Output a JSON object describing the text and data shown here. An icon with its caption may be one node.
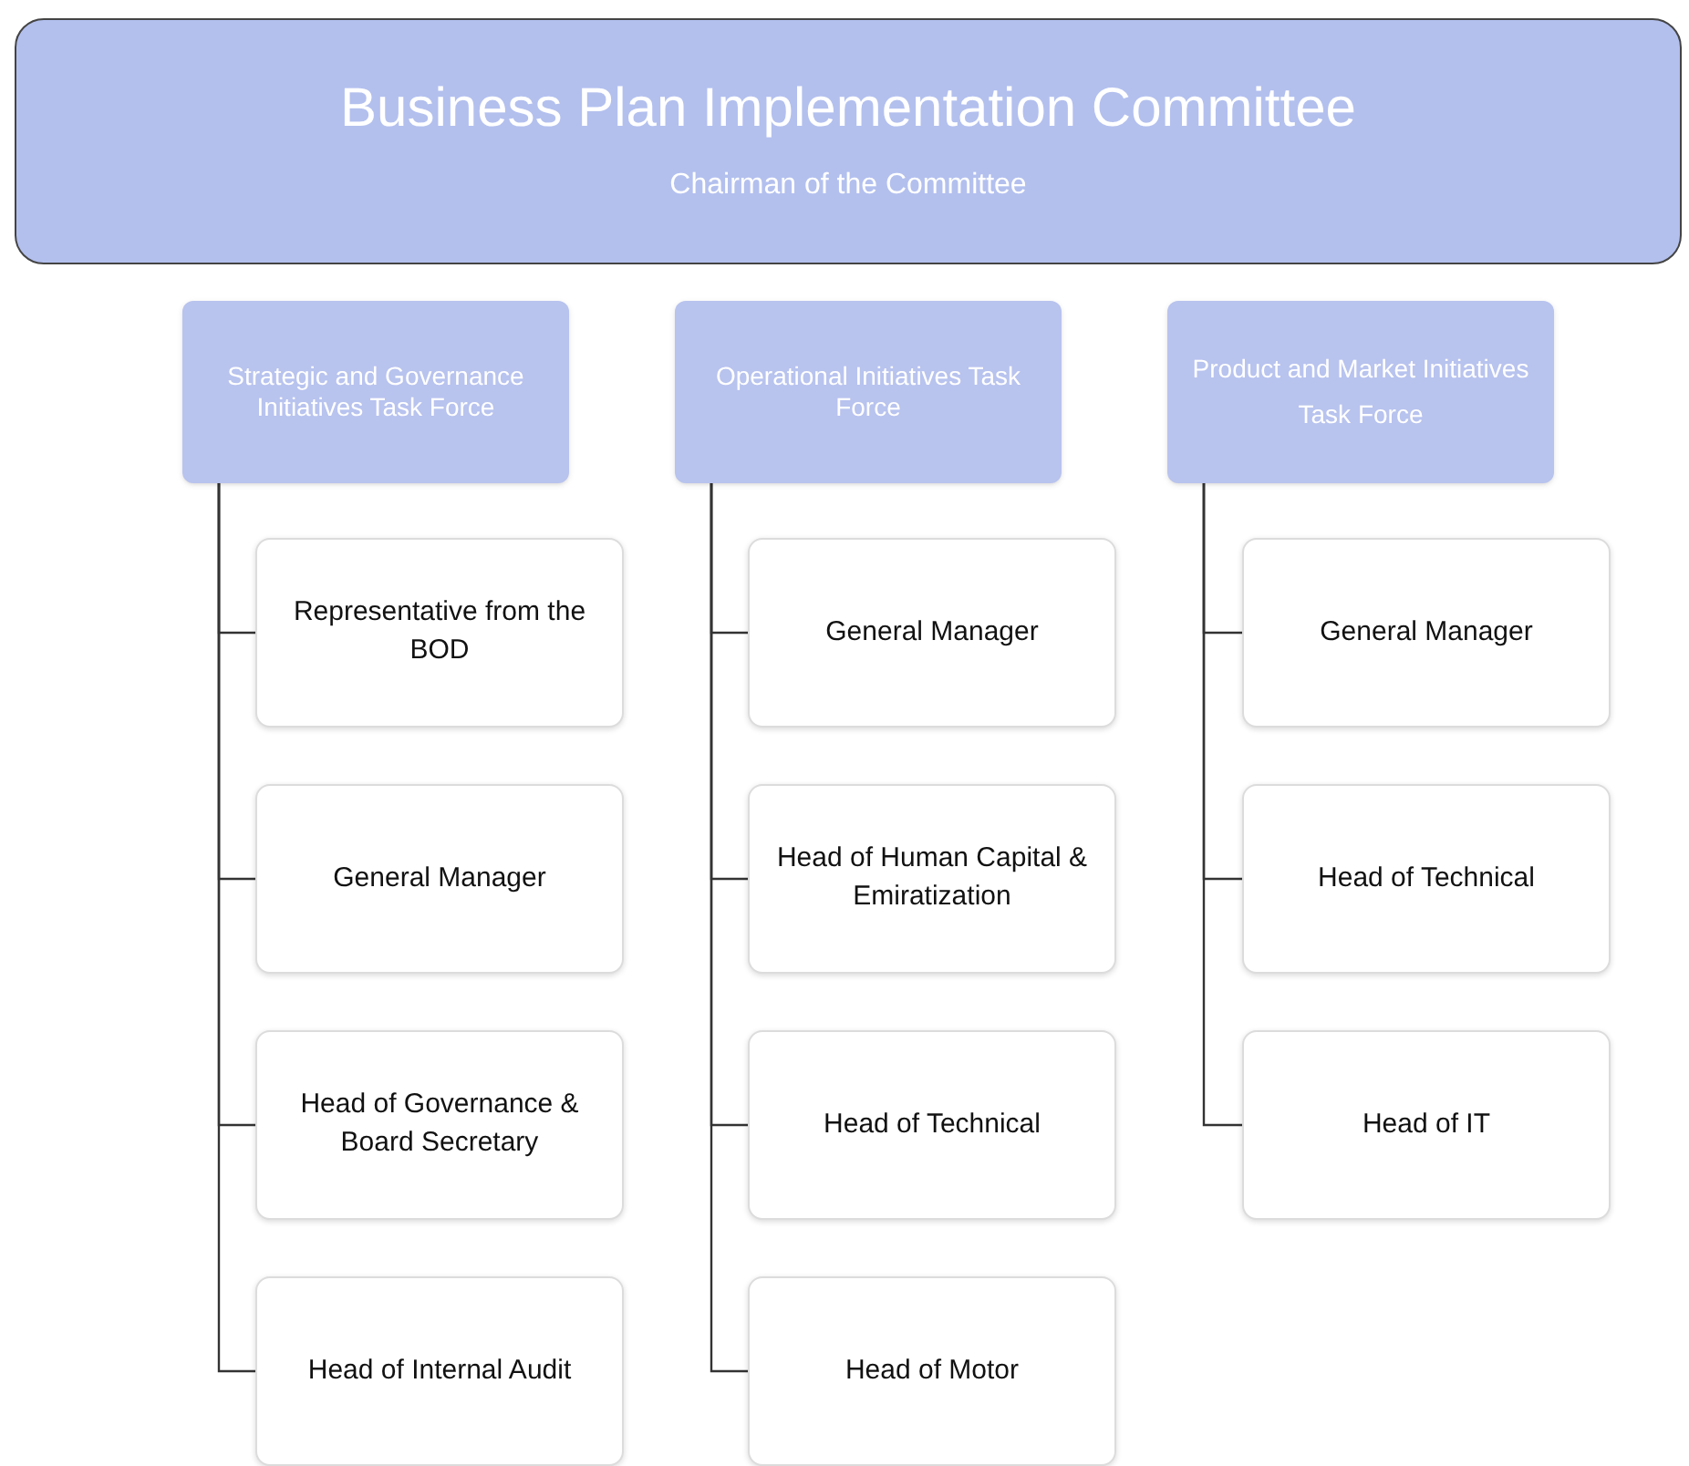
{
  "diagram": {
    "nodes": [
      {
        "text": [
          "Business Plan Implementation Committee",
          "Chairman of the Committee"
        ]
      },
      {
        "text": [
          "Strategic and Governance Initiatives Task Force"
        ]
      },
      {
        "text": [
          "Operational Initiatives Task Force"
        ]
      },
      {
        "text": [
          "Product and Market Initiatives",
          "Task Force"
        ]
      },
      {
        "text": [
          "Representative from the BOD"
        ]
      },
      {
        "text": [
          "General Manager"
        ]
      },
      {
        "text": [
          "Head of Governance & Board Secretary"
        ]
      },
      {
        "text": [
          "Head of Internal Audit"
        ]
      },
      {
        "text": [
          "General Manager"
        ]
      },
      {
        "text": [
          "Head of Human Capital & Emiratization"
        ]
      },
      {
        "text": [
          "Head of Technical"
        ]
      },
      {
        "text": [
          "Head of Motor"
        ]
      },
      {
        "text": [
          "General Manager"
        ]
      },
      {
        "text": [
          "Head of Technical"
        ]
      },
      {
        "text": [
          "Head of IT"
        ]
      }
    ],
    "edges": [
      {
        "from": 1,
        "to": 4,
        "arrow": "none"
      },
      {
        "from": 1,
        "to": 5,
        "arrow": "none"
      },
      {
        "from": 1,
        "to": 6,
        "arrow": "none"
      },
      {
        "from": 1,
        "to": 7,
        "arrow": "none"
      },
      {
        "from": 2,
        "to": 8,
        "arrow": "none"
      },
      {
        "from": 2,
        "to": 9,
        "arrow": "none"
      },
      {
        "from": 2,
        "to": 10,
        "arrow": "none"
      },
      {
        "from": 2,
        "to": 11,
        "arrow": "none"
      },
      {
        "from": 3,
        "to": 12,
        "arrow": "none"
      },
      {
        "from": 3,
        "to": 13,
        "arrow": "none"
      },
      {
        "from": 3,
        "to": 14,
        "arrow": "none"
      }
    ]
  }
}
